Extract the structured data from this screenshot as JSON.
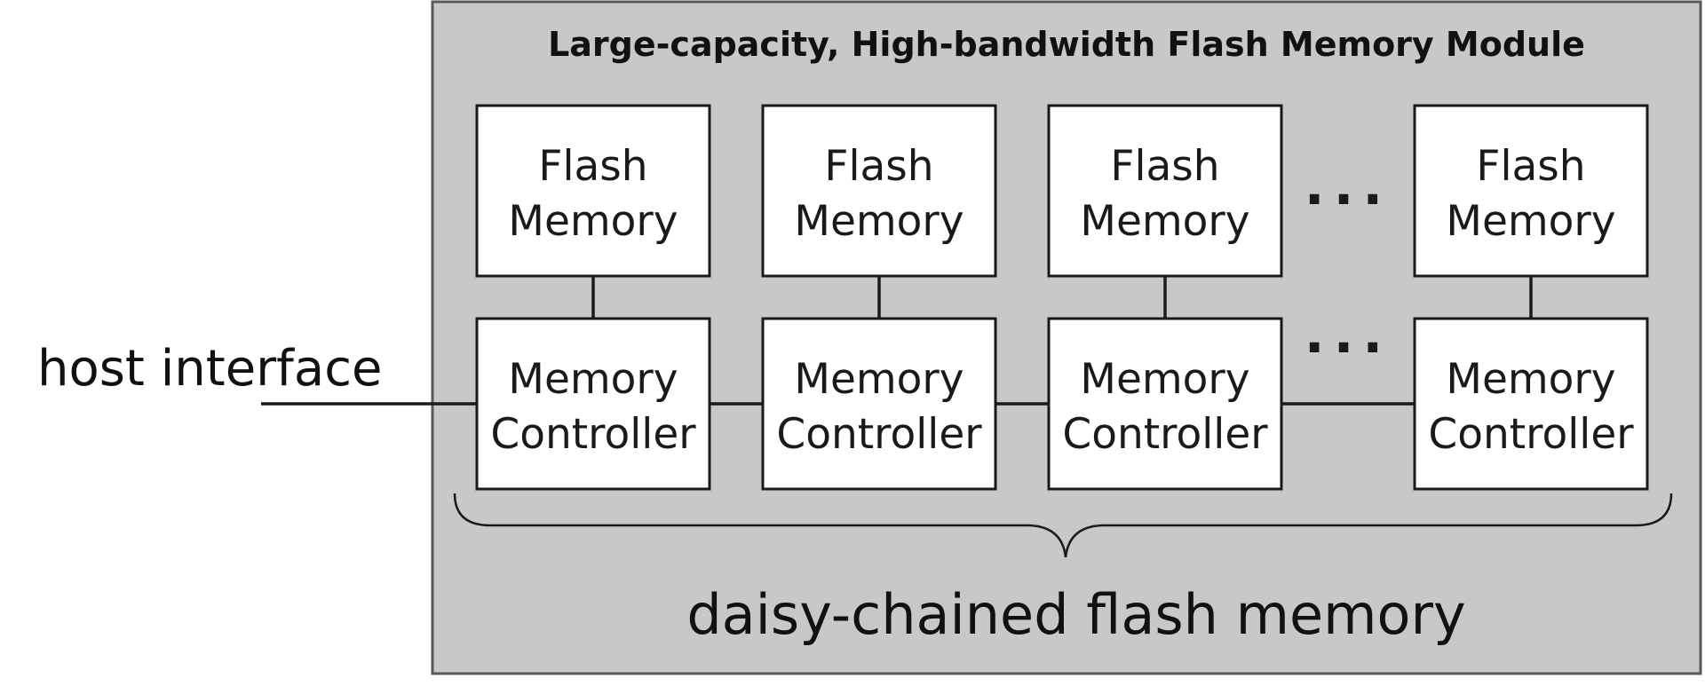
{
  "module": {
    "title": "Large-capacity, High-bandwidth Flash Memory Module"
  },
  "host": {
    "label": "host interface"
  },
  "nodes": [
    {
      "flash": [
        "Flash",
        "Memory"
      ],
      "controller": [
        "Memory",
        "Controller"
      ]
    },
    {
      "flash": [
        "Flash",
        "Memory"
      ],
      "controller": [
        "Memory",
        "Controller"
      ]
    },
    {
      "flash": [
        "Flash",
        "Memory"
      ],
      "controller": [
        "Memory",
        "Controller"
      ]
    },
    {
      "flash": [
        "Flash",
        "Memory"
      ],
      "controller": [
        "Memory",
        "Controller"
      ]
    }
  ],
  "ellipsis": {
    "flash_row": "···",
    "controller_row": "···"
  },
  "chain": {
    "label": "daisy-chained flash memory"
  }
}
